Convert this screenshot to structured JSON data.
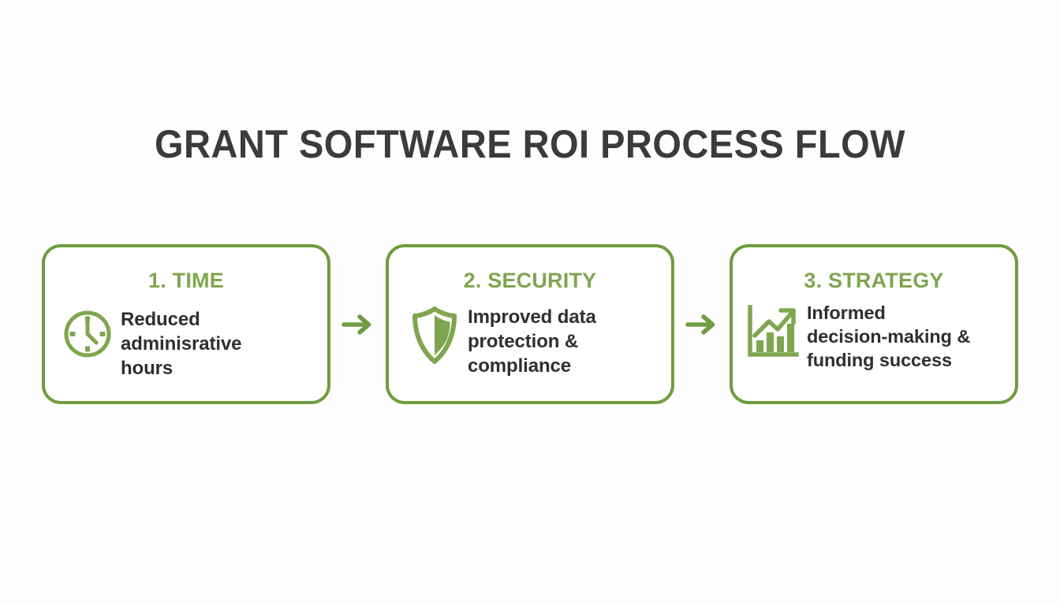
{
  "page": {
    "title": "GRANT SOFTWARE ROI PROCESS FLOW",
    "background_color": "#fefefe",
    "accent_green": "#6f9c40",
    "heading_green": "#7fa64f",
    "text_color": "#2f2f2f",
    "title_color": "#3b3b3b"
  },
  "flow": {
    "connector_symbol": "arrow-right",
    "steps": [
      {
        "number": "1.",
        "heading": "1. TIME",
        "icon": "clock-icon",
        "description": "Reduced\nadminisrative\nhours"
      },
      {
        "number": "2.",
        "heading": "2. SECURITY",
        "icon": "shield-icon",
        "description": "Improved data\nprotection &\ncompliance"
      },
      {
        "number": "3.",
        "heading": "3. STRATEGY",
        "icon": "bar-chart-growth-icon",
        "description": "Informed\ndecision-making &\nfunding success"
      }
    ]
  }
}
